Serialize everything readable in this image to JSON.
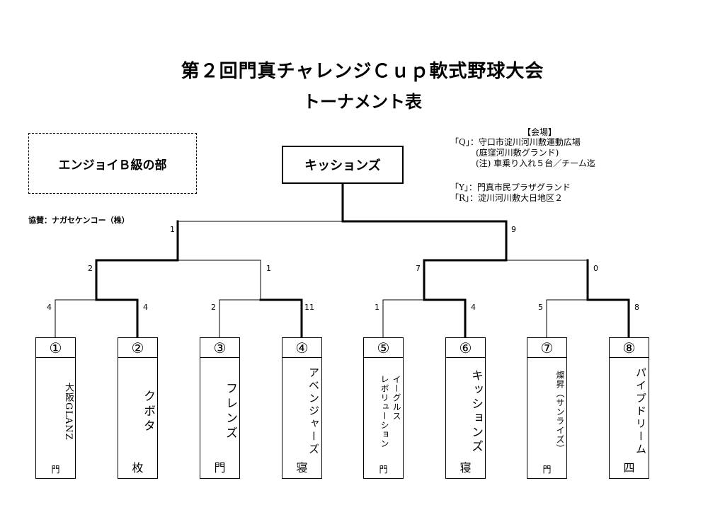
{
  "title": "第２回門真チャレンジＣｕｐ軟式野球大会",
  "subtitle": "トーナメント表",
  "division": "エンジョイＢ級の部",
  "sponsor": "協賛：ナガセケンコー（株）",
  "champion": "キッションズ",
  "venue": {
    "heading": "【会場】",
    "lines": [
      "「Q」：守口市淀川河川敷運動広場",
      "　　　(庭窪河川敷グランド)",
      "　　　(注) 車乗り入れ５台／チーム迄",
      "",
      "「Y」：門真市民プラザグランド",
      "「R」：淀川河川敷大日地区２"
    ]
  },
  "teams": [
    {
      "num": "①",
      "name": "大阪GLANZ",
      "city": "門"
    },
    {
      "num": "②",
      "name": "クボタ",
      "city": "枚"
    },
    {
      "num": "③",
      "name": "フレンズ",
      "city": "門"
    },
    {
      "num": "④",
      "name": "アベンジャーズ",
      "city": "寝"
    },
    {
      "num": "⑤",
      "name": "イーグルス\nレボリューション",
      "city": "門"
    },
    {
      "num": "⑥",
      "name": "キッションズ",
      "city": "寝"
    },
    {
      "num": "⑦",
      "name": "燦昇（サンライズ）",
      "city": "門"
    },
    {
      "num": "⑧",
      "name": "パイプドリーム",
      "city": "四"
    }
  ],
  "scores": {
    "r1": [
      "4",
      "4",
      "2",
      "11",
      "1",
      "4",
      "5",
      "8"
    ],
    "r2": [
      "2",
      "1",
      "7",
      "0"
    ],
    "final": [
      "1",
      "9"
    ]
  }
}
